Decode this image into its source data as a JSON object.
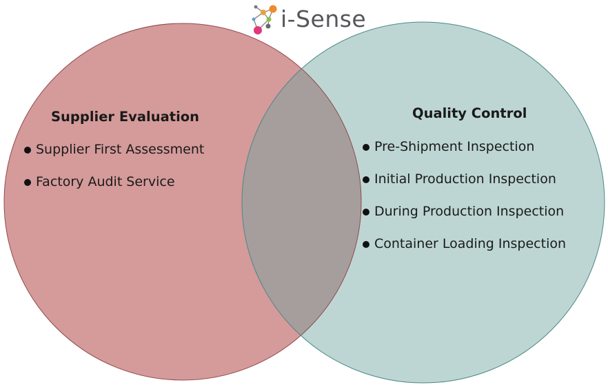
{
  "logo": {
    "text": "i-Sense"
  },
  "left_set": {
    "title": "Supplier Evaluation",
    "items": [
      "Supplier First Assessment",
      "Factory Audit Service"
    ],
    "fill": "#d59a9a",
    "stroke": "#8f4a4a"
  },
  "right_set": {
    "title": "Quality Control",
    "items": [
      "Pre-Shipment Inspection",
      "Initial Production Inspection",
      "During Production Inspection",
      "Container Loading Inspection"
    ],
    "fill": "#bdd6d4",
    "stroke": "#4a8884"
  },
  "overlap": {
    "fill": "#a69e9d"
  }
}
